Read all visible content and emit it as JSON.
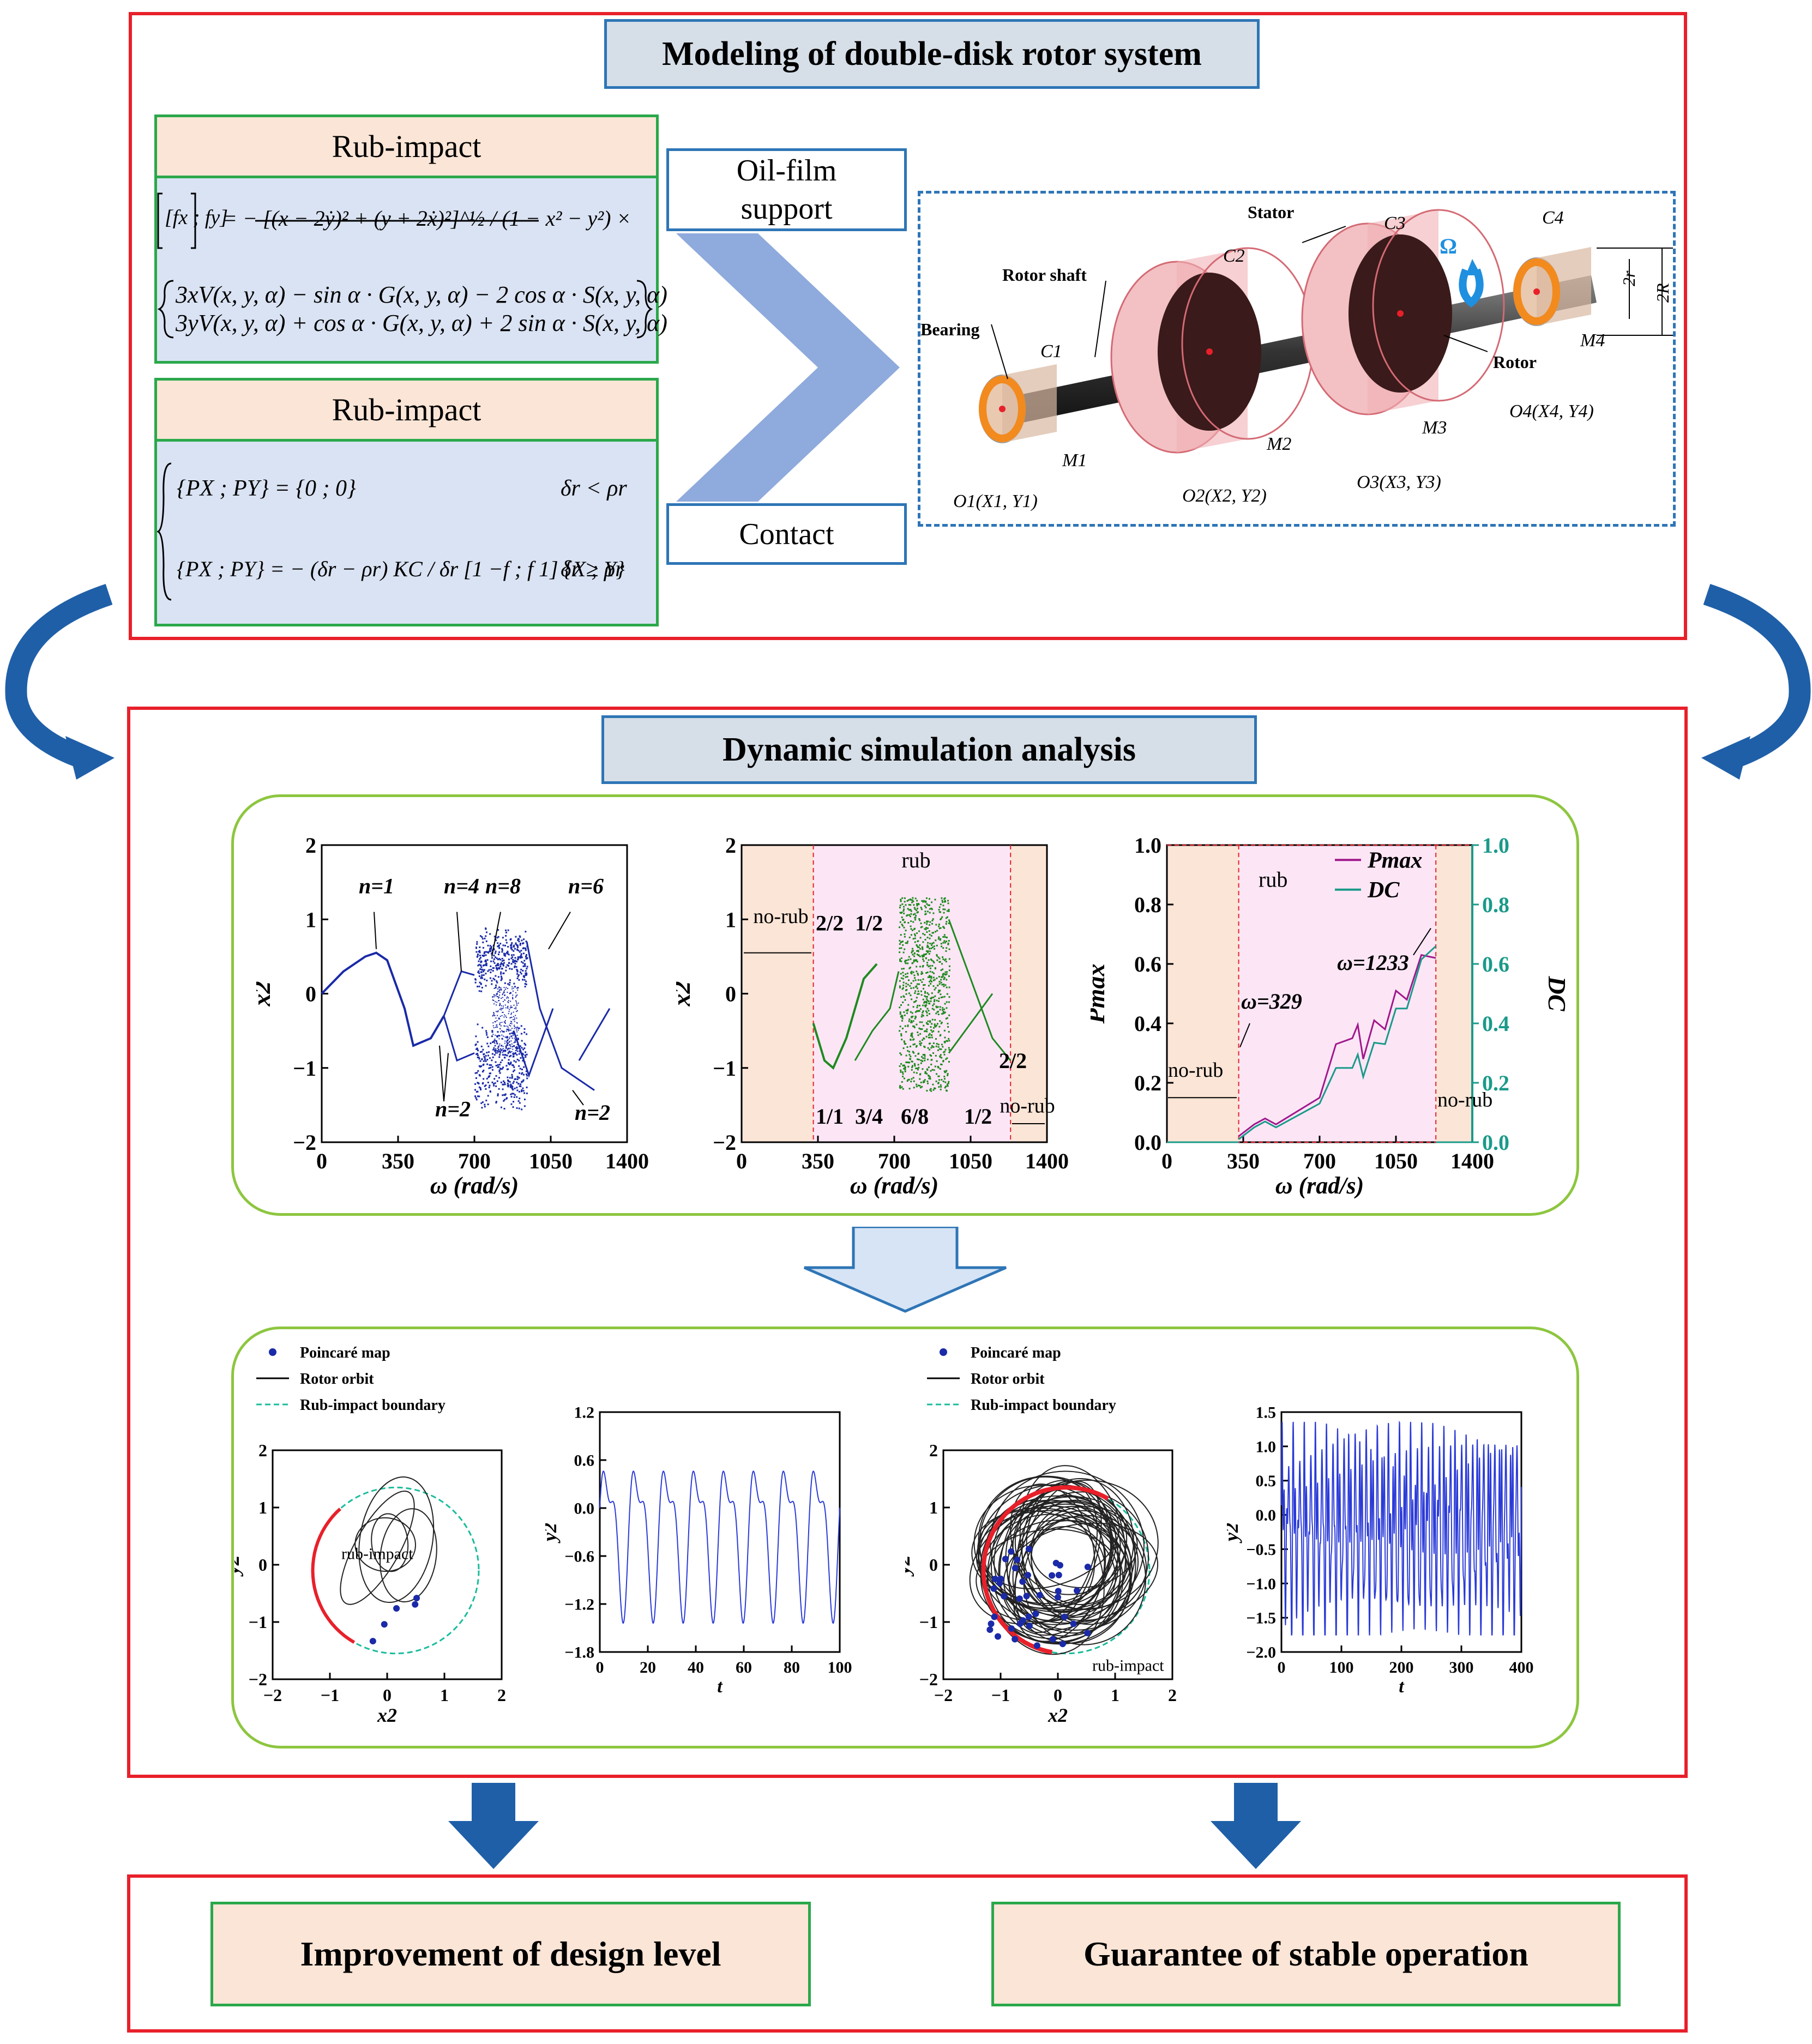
{
  "top": {
    "title": "Modeling of double-disk rotor system",
    "rub1": {
      "header": "Rub-impact",
      "eq1_lhs": "[fx ; fy]",
      "eq1_rhs": "= − [(x − 2ẏ)² + (y + 2ẋ)²]^½ / (1 − x² − y²) ×",
      "eq2": "3xV(x, y, α) − sin α · G(x, y, α) − 2 cos α · S(x, y, α)",
      "eq3": "3yV(x, y, α) + cos α · G(x, y, α) + 2 sin α · S(x, y, α)"
    },
    "rub2": {
      "header": "Rub-impact",
      "eq1": "{PX ; PY} = {0 ; 0}",
      "cond1": "δr < ρr",
      "eq2": "{PX ; PY} = − (δr − ρr) KC / δr [1 −f ; f 1] {X ; Y}",
      "cond2": "δr ≥ ρr"
    },
    "oil_film": "Oil-film support",
    "contact": "Contact",
    "rotor_labels": {
      "stator": "Stator",
      "rotor_shaft": "Rotor shaft",
      "bearing": "Bearing",
      "rotor": "Rotor",
      "omega": "Ω",
      "c1": "C1",
      "c2": "C2",
      "c3": "C3",
      "c4": "C4",
      "m1": "M1",
      "m2": "M2",
      "m3": "M3",
      "m4": "M4",
      "o1": "O1(X1, Y1)",
      "o2": "O2(X2, Y2)",
      "o3": "O3(X3, Y3)",
      "o4": "O4(X4, Y4)",
      "two_r": "2r",
      "two_R": "2R"
    }
  },
  "middle": {
    "title": "Dynamic simulation analysis"
  },
  "bottom": {
    "left": "Improvement of design level",
    "right": "Guarantee of stable operation"
  },
  "chart_data": [
    {
      "type": "scatter",
      "title": "",
      "xlabel": "ω (rad/s)",
      "ylabel": "x2",
      "xlim": [
        0,
        1400
      ],
      "ylim": [
        -2,
        2
      ],
      "xticks": [
        0,
        350,
        700,
        1050,
        1400
      ],
      "yticks": [
        -2,
        -1,
        0,
        1,
        2
      ],
      "annotations": [
        "n=1",
        "n=4",
        "n=8",
        "n=6",
        "n=2",
        "n=2"
      ],
      "series": [
        {
          "x": [
            0,
            100,
            200,
            250,
            300,
            380,
            420,
            500,
            560
          ],
          "y": [
            0,
            0.3,
            0.5,
            0.55,
            0.45,
            -0.2,
            -0.7,
            -0.6,
            -0.3
          ]
        }
      ]
    },
    {
      "type": "scatter",
      "xlabel": "ω (rad/s)",
      "ylabel": "x2",
      "xlim": [
        0,
        1400
      ],
      "ylim": [
        -2,
        2
      ],
      "xticks": [
        0,
        350,
        700,
        1050,
        1400
      ],
      "yticks": [
        -2,
        -1,
        0,
        1,
        2
      ],
      "regions": [
        "no-rub",
        "rub",
        "no-rub"
      ],
      "annotations": [
        "2/2",
        "1/2",
        "1/1",
        "3/4",
        "6/8",
        "1/2",
        "2/2"
      ]
    },
    {
      "type": "line",
      "xlabel": "ω (rad/s)",
      "ylabel": "Pmax",
      "y2label": "DC",
      "xlim": [
        0,
        1400
      ],
      "ylim": [
        0,
        1
      ],
      "y2lim": [
        0,
        1
      ],
      "xticks": [
        0,
        350,
        700,
        1050,
        1400
      ],
      "yticks": [
        0.0,
        0.2,
        0.4,
        0.6,
        0.8,
        1.0
      ],
      "regions": [
        "no-rub",
        "rub",
        "no-rub"
      ],
      "annotations": [
        "ω=329",
        "ω=1233"
      ],
      "series": [
        {
          "name": "Pmax",
          "color": "#a0188c",
          "x": [
            329,
            400,
            450,
            500,
            700,
            850,
            900,
            1000,
            1100,
            1233
          ],
          "y": [
            0.02,
            0.06,
            0.08,
            0.06,
            0.15,
            0.35,
            0.28,
            0.38,
            0.48,
            0.62
          ]
        },
        {
          "name": "DC",
          "color": "#1a9a8a",
          "x": [
            329,
            400,
            450,
            500,
            700,
            850,
            900,
            1000,
            1100,
            1233
          ],
          "y": [
            0.01,
            0.05,
            0.07,
            0.05,
            0.13,
            0.25,
            0.22,
            0.33,
            0.45,
            0.66
          ]
        }
      ]
    },
    {
      "type": "scatter",
      "xlabel": "x2",
      "ylabel": "y2",
      "xlim": [
        -2,
        2
      ],
      "ylim": [
        -2,
        2
      ],
      "xticks": [
        -2,
        -1,
        0,
        1,
        2
      ],
      "yticks": [
        -2,
        -1,
        0,
        1,
        2
      ],
      "legend": [
        "Poincaré map",
        "Rotor orbit",
        "Rub-impact boundary"
      ],
      "annotations": [
        "rub-impact"
      ]
    },
    {
      "type": "line",
      "xlabel": "t",
      "ylabel": "y2",
      "xlim": [
        0,
        100
      ],
      "ylim": [
        -1.8,
        1.2
      ],
      "xticks": [
        0,
        20,
        40,
        60,
        80,
        100
      ],
      "yticks": [
        -1.8,
        -1.2,
        -0.6,
        0.0,
        0.6,
        1.2
      ]
    },
    {
      "type": "scatter",
      "xlabel": "x2",
      "ylabel": "y2",
      "xlim": [
        -2,
        2
      ],
      "ylim": [
        -2,
        2
      ],
      "xticks": [
        -2,
        -1,
        0,
        1,
        2
      ],
      "yticks": [
        -2,
        -1,
        0,
        1,
        2
      ],
      "legend": [
        "Poincaré map",
        "Rotor orbit",
        "Rub-impact boundary"
      ],
      "annotations": [
        "rub-impact"
      ]
    },
    {
      "type": "line",
      "xlabel": "t",
      "ylabel": "y2",
      "xlim": [
        0,
        400
      ],
      "ylim": [
        -2.0,
        1.5
      ],
      "xticks": [
        0,
        100,
        200,
        300,
        400
      ],
      "yticks": [
        -2.0,
        -1.5,
        -1.0,
        -0.5,
        0.0,
        0.5,
        1.0,
        1.5
      ]
    }
  ]
}
